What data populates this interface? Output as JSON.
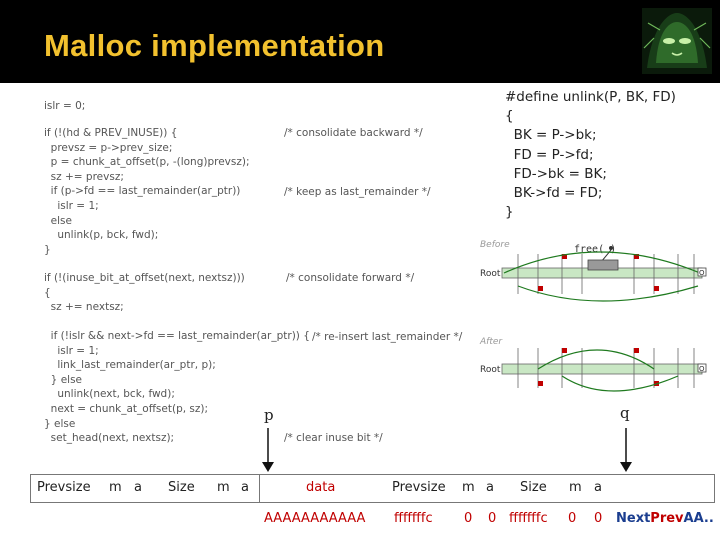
{
  "header": {
    "title": "Malloc implementation"
  },
  "code": {
    "lines_a": "islr = 0;",
    "lines_b": "if (!(hd & PREV_INUSE)) {\n  prevsz = p->prev_size;\n  p = chunk_at_offset(p, -(long)prevsz);\n  sz += prevsz;\n  if (p->fd == last_remainder(ar_ptr))\n    islr = 1;\n  else\n    unlink(p, bck, fwd);\n}",
    "lines_c": "if (!(inuse_bit_at_offset(next, nextsz)))\n{\n  sz += nextsz;",
    "lines_d": "  if (!islr && next->fd == last_remainder(ar_ptr)) {\n    islr = 1;\n    link_last_remainder(ar_ptr, p);\n  } else\n    unlink(next, bck, fwd);\n  next = chunk_at_offset(p, sz);\n} else\n  set_head(next, nextsz);",
    "comment_1": "/* consolidate backward */",
    "comment_2": "/* keep as last_remainder */",
    "comment_3": "/* consolidate forward */",
    "comment_4": "/* re-insert last_remainder */",
    "comment_5": "/* clear inuse bit */"
  },
  "define_block": "#define unlink(P, BK, FD)\n{\n  BK = P->bk;\n  FD = P->fd;\n  FD->bk = BK;\n  BK->fd = FD;\n}",
  "diagram": {
    "before_label": "Before",
    "after_label": "After",
    "root_label": "Root",
    "free_call": "free(  )"
  },
  "pointers": {
    "p": "p",
    "q": "q"
  },
  "chunk_row": {
    "cells": [
      "Prevsize",
      "m",
      "a",
      "Size",
      "m",
      "a",
      "data",
      "Prevsize",
      "m",
      "a",
      "Size",
      "m",
      "a"
    ]
  },
  "bottom_row": {
    "a_fill": "AAAAAAAAAAA",
    "ff1": "fffffffc",
    "zero1": "0",
    "zero2": "0",
    "ff2": "fffffffc",
    "zero3": "0",
    "zero4": "0",
    "next_word": "Next",
    "prev_word": "Prev",
    "tail": "AA.."
  },
  "colors": {
    "title": "#f2c12e",
    "header_bg": "#000000",
    "red_text": "#c00000",
    "blue_text": "#1a3d8f"
  }
}
